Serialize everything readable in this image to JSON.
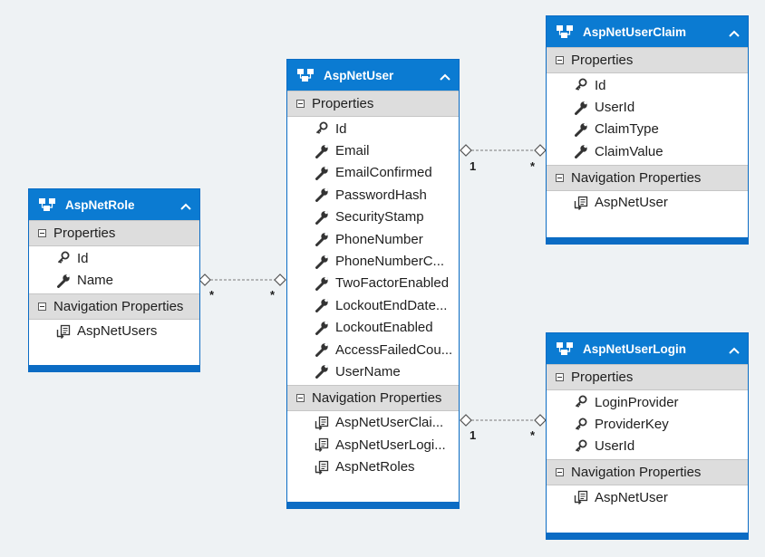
{
  "entities": {
    "role": {
      "title": "AspNetRole",
      "properties_label": "Properties",
      "properties": [
        "Id",
        "Name"
      ],
      "navigation_label": "Navigation Properties",
      "navigation": [
        "AspNetUsers"
      ]
    },
    "user": {
      "title": "AspNetUser",
      "properties_label": "Properties",
      "properties": [
        "Id",
        "Email",
        "EmailConfirmed",
        "PasswordHash",
        "SecurityStamp",
        "PhoneNumber",
        "PhoneNumberC...",
        "TwoFactorEnabled",
        "LockoutEndDate...",
        "LockoutEnabled",
        "AccessFailedCou...",
        "UserName"
      ],
      "navigation_label": "Navigation Properties",
      "navigation": [
        "AspNetUserClai...",
        "AspNetUserLogi...",
        "AspNetRoles"
      ]
    },
    "claim": {
      "title": "AspNetUserClaim",
      "properties_label": "Properties",
      "properties": [
        "Id",
        "UserId",
        "ClaimType",
        "ClaimValue"
      ],
      "navigation_label": "Navigation Properties",
      "navigation": [
        "AspNetUser"
      ]
    },
    "login": {
      "title": "AspNetUserLogin",
      "properties_label": "Properties",
      "properties": [
        "LoginProvider",
        "ProviderKey",
        "UserId"
      ],
      "navigation_label": "Navigation Properties",
      "navigation": [
        "AspNetUser"
      ]
    }
  },
  "associations": {
    "role_user": {
      "from": "*",
      "to": "*"
    },
    "user_claim": {
      "from": "1",
      "to": "*"
    },
    "user_login": {
      "from": "1",
      "to": "*"
    }
  },
  "colors": {
    "header": "#0b7bd2",
    "border": "#0b6cc4",
    "section": "#dddddd",
    "background": "#eef2f4"
  },
  "icons": {
    "entity": "entity-icon",
    "key": "key-icon",
    "property": "wrench-icon",
    "navigation": "navigation-icon",
    "collapse": "chevron-up-icon"
  }
}
